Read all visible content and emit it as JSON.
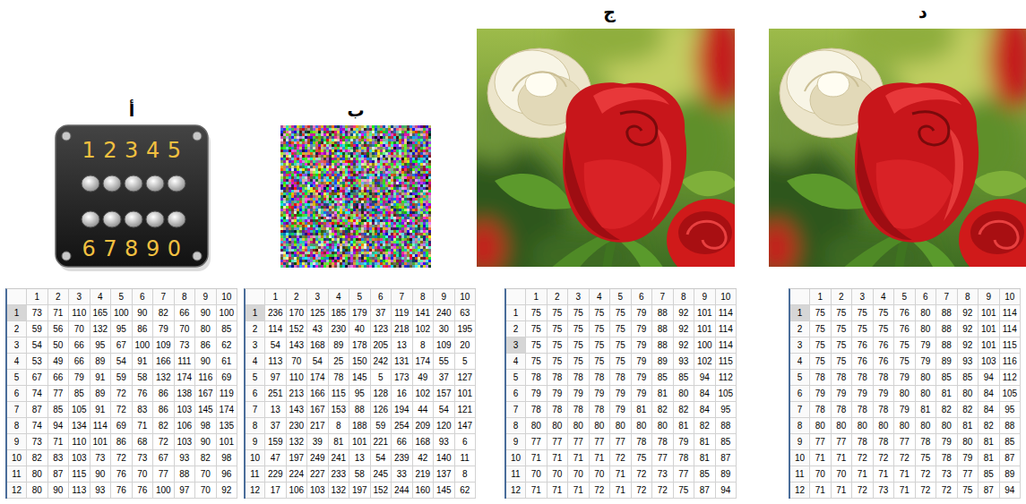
{
  "diagram": {
    "labels": [
      "أ",
      "12345",
      "67890",
      "1",
      "2",
      "3",
      "4",
      "5",
      "6",
      "7",
      "8",
      "9",
      "10",
      "1",
      "73",
      "71",
      "110",
      "165",
      "100",
      "90",
      "82",
      "66",
      "90",
      "100",
      "2",
      "59",
      "56",
      "70",
      "132",
      "95",
      "86",
      "79",
      "70",
      "80",
      "85",
      "3",
      "54",
      "50",
      "66",
      "95",
      "67",
      "100",
      "109",
      "73",
      "86",
      "62",
      "4",
      "53",
      "49",
      "66",
      "89",
      "54",
      "91",
      "166",
      "111",
      "90",
      "61",
      "5",
      "67",
      "66",
      "79",
      "91",
      "59",
      "58",
      "132",
      "174",
      "116",
      "69",
      "6",
      "74",
      "77",
      "85",
      "89",
      "72",
      "76",
      "86",
      "138",
      "167",
      "119",
      "7",
      "87",
      "85",
      "105",
      "91",
      "72",
      "83",
      "86",
      "103",
      "145",
      "174",
      "8",
      "74",
      "94",
      "134",
      "114",
      "69",
      "71",
      "82",
      "106",
      "98",
      "135",
      "9",
      "73",
      "71",
      "110",
      "101",
      "86",
      "68",
      "72",
      "103",
      "90",
      "101",
      "10",
      "82",
      "83",
      "103",
      "73",
      "72",
      "73",
      "67",
      "93",
      "82",
      "98",
      "11",
      "80",
      "87",
      "115",
      "90",
      "76",
      "70",
      "77",
      "88",
      "70",
      "96",
      "12",
      "80",
      "90",
      "113",
      "93",
      "76",
      "76",
      "100",
      "97",
      "70",
      "92",
      "ب",
      "1",
      "2",
      "3",
      "4",
      "5",
      "6",
      "7",
      "8",
      "9",
      "10",
      "1",
      "236",
      "170",
      "125",
      "185",
      "179",
      "37",
      "119",
      "141",
      "240",
      "63",
      "2",
      "114",
      "152",
      "43",
      "230",
      "40",
      "123",
      "218",
      "102",
      "30",
      "195",
      "3",
      "54",
      "143",
      "168",
      "89",
      "178",
      "205",
      "13",
      "8",
      "109",
      "20",
      "4",
      "113",
      "70",
      "54",
      "25",
      "150",
      "242",
      "131",
      "174",
      "55",
      "5",
      "5",
      "97",
      "110",
      "174",
      "78",
      "145",
      "5",
      "173",
      "49",
      "37",
      "127",
      "6",
      "251",
      "213",
      "166",
      "115",
      "95",
      "128",
      "16",
      "102",
      "157",
      "101",
      "7",
      "13",
      "143",
      "167",
      "153",
      "88",
      "126",
      "194",
      "44",
      "54",
      "121",
      "8",
      "37",
      "230",
      "217",
      "8",
      "188",
      "59",
      "254",
      "209",
      "120",
      "147",
      "9",
      "159",
      "132",
      "39",
      "81",
      "101",
      "221",
      "66",
      "168",
      "93",
      "6",
      "10",
      "47",
      "197",
      "249",
      "241",
      "13",
      "54",
      "239",
      "42",
      "140",
      "11",
      "11",
      "229",
      "224",
      "227",
      "233",
      "58",
      "245",
      "33",
      "219",
      "137",
      "8",
      "12",
      "17",
      "106",
      "103",
      "132",
      "197",
      "152",
      "244",
      "160",
      "145",
      "62",
      "ج",
      "1",
      "2",
      "3",
      "4",
      "5",
      "6",
      "7",
      "8",
      "9",
      "10",
      "1",
      "75",
      "75",
      "75",
      "75",
      "75",
      "79",
      "88",
      "92",
      "101",
      "114",
      "2",
      "75",
      "75",
      "75",
      "75",
      "75",
      "79",
      "88",
      "92",
      "101",
      "114",
      "3",
      "75",
      "75",
      "75",
      "75",
      "75",
      "79",
      "88",
      "92",
      "100",
      "114",
      "4",
      "75",
      "75",
      "75",
      "75",
      "75",
      "79",
      "89",
      "93",
      "102",
      "115",
      "5",
      "78",
      "78",
      "78",
      "78",
      "78",
      "79",
      "85",
      "85",
      "94",
      "112",
      "6",
      "79",
      "79",
      "79",
      "79",
      "79",
      "79",
      "81",
      "80",
      "84",
      "105",
      "7",
      "78",
      "78",
      "78",
      "78",
      "79",
      "81",
      "82",
      "82",
      "84",
      "95",
      "8",
      "80",
      "80",
      "80",
      "80",
      "80",
      "80",
      "80",
      "81",
      "82",
      "88",
      "9",
      "77",
      "77",
      "77",
      "77",
      "77",
      "78",
      "78",
      "79",
      "81",
      "85",
      "10",
      "71",
      "71",
      "71",
      "71",
      "72",
      "75",
      "77",
      "78",
      "81",
      "87",
      "11",
      "70",
      "70",
      "70",
      "70",
      "71",
      "72",
      "73",
      "77",
      "85",
      "89",
      "12",
      "71",
      "71",
      "71",
      "72",
      "71",
      "72",
      "72",
      "75",
      "87",
      "94",
      "د",
      "1",
      "2",
      "3",
      "4",
      "5",
      "6",
      "7",
      "8",
      "9",
      "10",
      "1",
      "75",
      "75",
      "75",
      "75",
      "76",
      "80",
      "88",
      "92",
      "101",
      "114",
      "2",
      "75",
      "75",
      "75",
      "75",
      "76",
      "80",
      "88",
      "92",
      "101",
      "114",
      "3",
      "75",
      "75",
      "76",
      "76",
      "75",
      "79",
      "88",
      "92",
      "101",
      "115",
      "4",
      "75",
      "75",
      "76",
      "76",
      "75",
      "79",
      "89",
      "93",
      "103",
      "116",
      "5",
      "78",
      "78",
      "78",
      "78",
      "79",
      "80",
      "85",
      "85",
      "94",
      "112",
      "6",
      "79",
      "79",
      "79",
      "79",
      "80",
      "80",
      "81",
      "80",
      "84",
      "105",
      "7",
      "78",
      "78",
      "78",
      "78",
      "79",
      "81",
      "82",
      "82",
      "84",
      "95",
      "8",
      "80",
      "80",
      "80",
      "80",
      "80",
      "80",
      "80",
      "81",
      "82",
      "88",
      "9",
      "77",
      "77",
      "78",
      "78",
      "77",
      "78",
      "79",
      "80",
      "81",
      "85",
      "10",
      "71",
      "71",
      "72",
      "72",
      "72",
      "75",
      "78",
      "79",
      "81",
      "87",
      "11",
      "70",
      "70",
      "71",
      "71",
      "71",
      "72",
      "73",
      "77",
      "85",
      "89",
      "12",
      "71",
      "71",
      "72",
      "73",
      "71",
      "72",
      "72",
      "75",
      "87",
      "94"
    ]
  }
}
